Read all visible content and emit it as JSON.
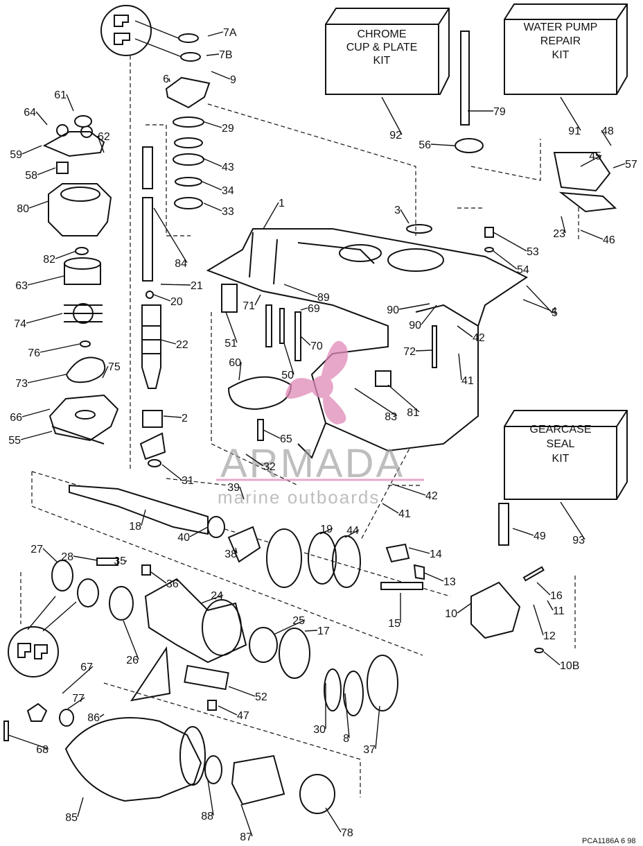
{
  "diagram": {
    "kits": [
      {
        "id": "kit-92",
        "lines": [
          "CHROME",
          "CUP & PLATE",
          "KIT"
        ],
        "callout": "92"
      },
      {
        "id": "kit-91",
        "lines": [
          "WATER PUMP",
          "REPAIR",
          "KIT"
        ],
        "callout": "91"
      },
      {
        "id": "kit-93",
        "lines": [
          "GEARCASE",
          "SEAL",
          "KIT"
        ],
        "callout": "93"
      }
    ],
    "callouts": [
      "7A",
      "7B",
      "6",
      "9",
      "29",
      "43",
      "34",
      "33",
      "84",
      "21",
      "20",
      "22",
      "2",
      "31",
      "61",
      "64",
      "62",
      "59",
      "58",
      "80",
      "82",
      "63",
      "74",
      "76",
      "75",
      "73",
      "66",
      "55",
      "1",
      "3",
      "79",
      "56",
      "48",
      "45",
      "57",
      "23",
      "46",
      "53",
      "54",
      "5",
      "4",
      "90",
      "89",
      "71",
      "69",
      "51",
      "70",
      "50",
      "60",
      "90",
      "72",
      "42",
      "41",
      "83",
      "81",
      "65",
      "32",
      "42",
      "41",
      "39",
      "18",
      "40",
      "38",
      "19",
      "44",
      "14",
      "13",
      "16",
      "11",
      "12",
      "10",
      "10B",
      "15",
      "27",
      "28",
      "35",
      "36",
      "24",
      "25",
      "17",
      "26",
      "52",
      "47",
      "30",
      "8",
      "37",
      "67",
      "77",
      "86",
      "68",
      "85",
      "88",
      "87",
      "78",
      "49"
    ],
    "watermark": {
      "main": "ARMADA",
      "sub": "marine outboards"
    },
    "doc_code": "PCA1186A   6 98",
    "colors": {
      "ink": "#111111",
      "watermark_pink": "#e08ab8",
      "watermark_gray": "#9a9a9a"
    }
  }
}
